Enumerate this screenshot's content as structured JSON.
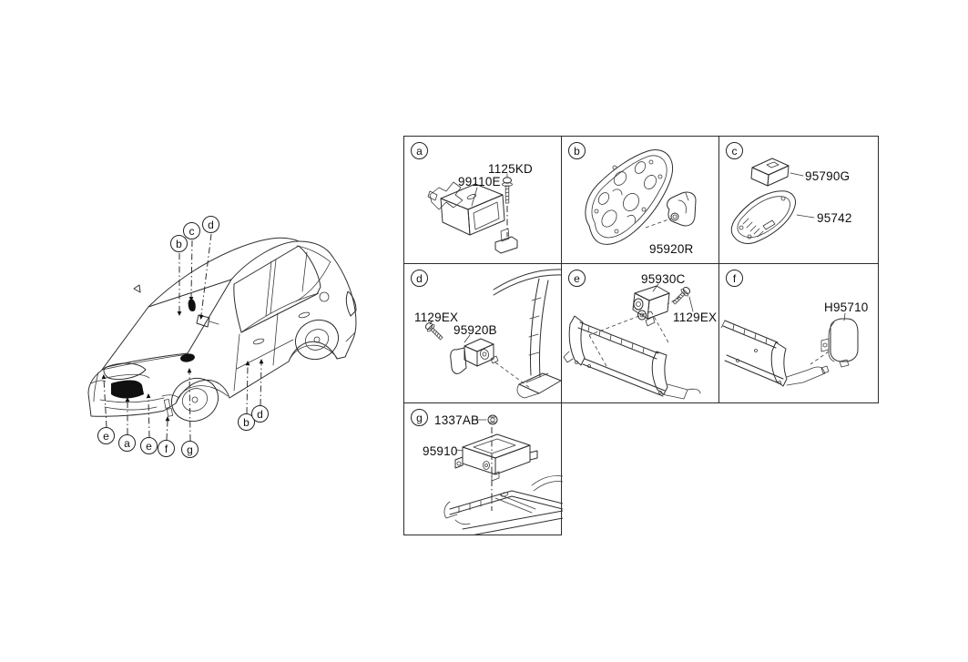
{
  "figure": {
    "callouts": [
      {
        "letter": "b"
      },
      {
        "letter": "c"
      },
      {
        "letter": "d"
      },
      {
        "letter": "e"
      },
      {
        "letter": "a"
      },
      {
        "letter": "e"
      },
      {
        "letter": "f"
      },
      {
        "letter": "g"
      },
      {
        "letter": "b"
      },
      {
        "letter": "d"
      }
    ]
  },
  "cells": [
    {
      "letter": "a",
      "parts": [
        {
          "label": "1125KD"
        },
        {
          "label": "99110E"
        }
      ]
    },
    {
      "letter": "b",
      "parts": [
        {
          "label": "95920R"
        }
      ]
    },
    {
      "letter": "c",
      "parts": [
        {
          "label": "95790G"
        },
        {
          "label": "95742"
        }
      ]
    },
    {
      "letter": "d",
      "parts": [
        {
          "label": "1129EX"
        },
        {
          "label": "95920B"
        }
      ]
    },
    {
      "letter": "e",
      "parts": [
        {
          "label": "95930C"
        },
        {
          "label": "1129EX"
        }
      ]
    },
    {
      "letter": "f",
      "parts": [
        {
          "label": "H95710"
        }
      ]
    },
    {
      "letter": "g",
      "parts": [
        {
          "label": "1337AB"
        },
        {
          "label": "95910"
        }
      ]
    }
  ],
  "colors": {
    "line": "#2b2b2b",
    "black_fill": "#101010",
    "module_gray": "#a8a8a8",
    "background": "#ffffff"
  }
}
